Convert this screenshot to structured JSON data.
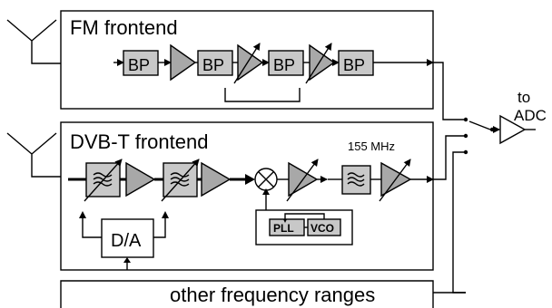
{
  "fm": {
    "title": "FM frontend",
    "filter_label": "BP"
  },
  "dvbt": {
    "title": "DVB-T frontend",
    "freq_label": "155 MHz",
    "dac_label": "D/A",
    "pll_label": "PLL",
    "vco_label": "VCO"
  },
  "other": {
    "title": "other frequency ranges"
  },
  "output": {
    "to_label": "to",
    "adc_label": "ADC"
  }
}
